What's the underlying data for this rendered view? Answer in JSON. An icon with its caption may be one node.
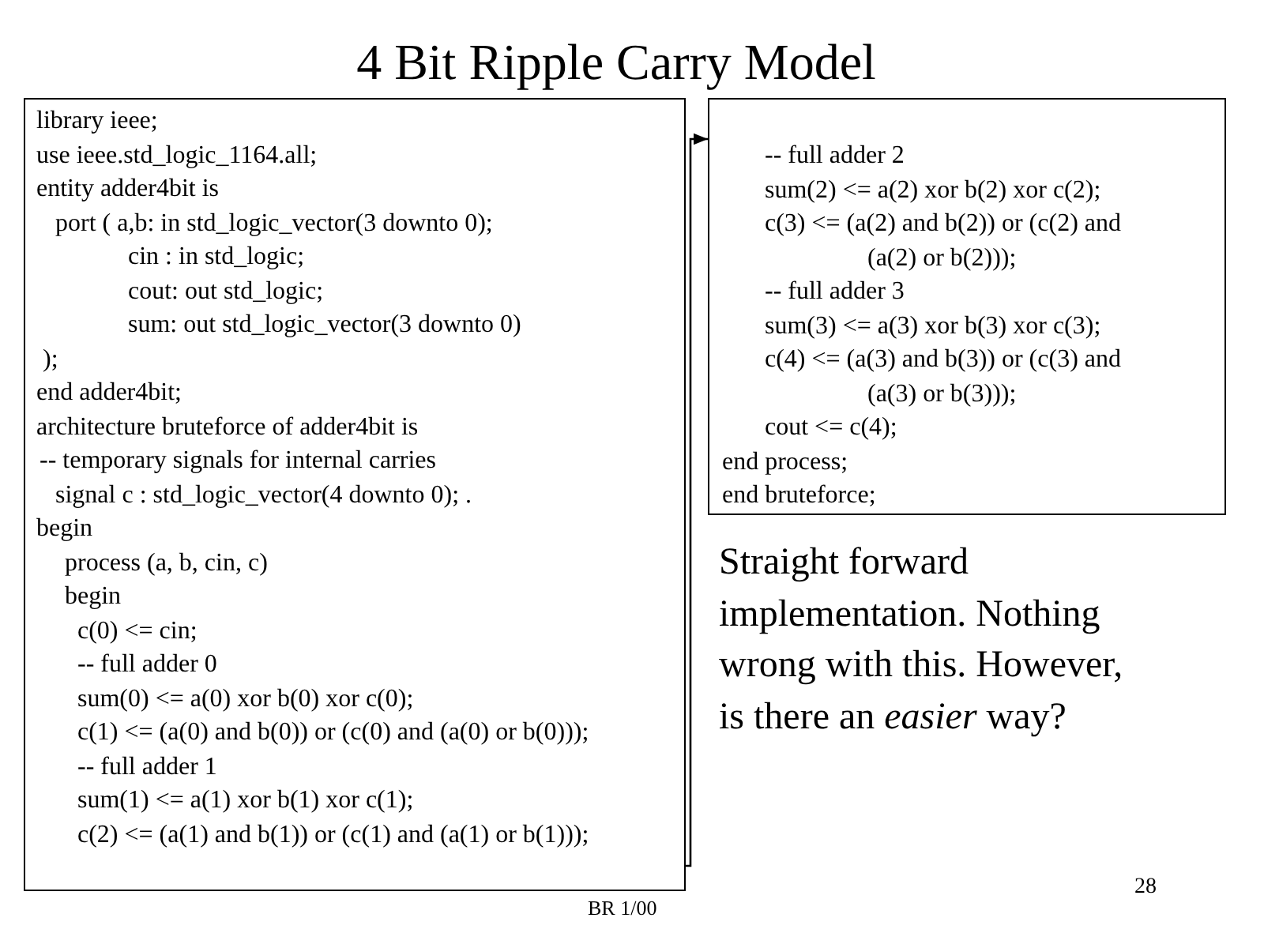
{
  "diagram": {
    "title": "4 Bit Ripple Carry Model",
    "nodes": [
      {
        "text": [
          "library ieee;",
          "use ieee.std_logic_1164.all;",
          "entity adder4bit is",
          "port ( a,b: in std_logic_vector(3 downto 0);",
          "cin : in std_logic;",
          "cout: out std_logic;",
          "sum: out std_logic_vector(3 downto 0)",
          ");",
          "end adder4bit;",
          "architecture bruteforce of adder4bit is",
          "-- temporary signals for internal carries",
          "signal c : std_logic_vector(4 downto 0); .",
          "begin",
          "process (a, b, cin, c)",
          "begin",
          "c(0) <= cin;",
          "-- full adder 0",
          "sum(0) <= a(0) xor b(0) xor c(0);",
          "c(1) <= (a(0) and b(0)) or (c(0) and (a(0) or b(0)));",
          "-- full adder 1",
          "sum(1) <= a(1) xor b(1) xor c(1);",
          "c(2) <= (a(1) and b(1)) or (c(1) and (a(1) or b(1)));"
        ]
      },
      {
        "text": [
          "-- full adder 2",
          "sum(2) <= a(2) xor b(2) xor c(2);",
          "c(3) <= (a(2) and b(2)) or (c(2) and",
          "(a(2) or b(2)));",
          "-- full adder 3",
          "sum(3) <= a(3) xor b(3) xor c(3);",
          "c(4) <= (a(3) and b(3)) or (c(3) and",
          "(a(3) or b(3)));",
          "cout <= c(4);",
          "end process;",
          "end bruteforce;"
        ]
      }
    ],
    "edges": [
      {
        "from": 0,
        "to": 1,
        "arrow": "to"
      }
    ],
    "labels": [
      "Straight forward implementation. Nothing wrong with this. However, is there an *easier* way?",
      "BR 1/00",
      "28"
    ]
  }
}
